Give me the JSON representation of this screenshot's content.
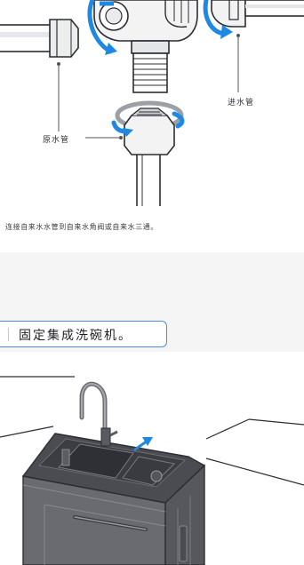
{
  "diagram_labels": {
    "source_pipe": "原水管",
    "inlet_pipe": "进水管"
  },
  "caption": "连接自来水水管到自来水角阀或自来水三通。",
  "step": {
    "text": "固定集成洗碗机。"
  },
  "colors": {
    "accent_blue": "#1e88e5",
    "box_border": "#4a90d9",
    "band_bg": "#f5f5f5",
    "cabinet": "#6a6b70"
  }
}
